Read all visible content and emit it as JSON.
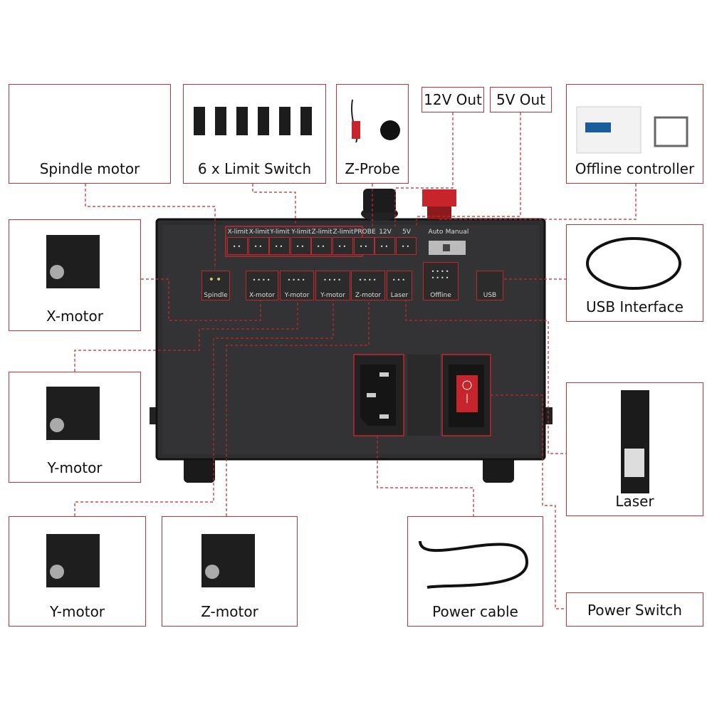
{
  "components": {
    "spindle_motor": "Spindle motor",
    "limit_switch": "6 x Limit Switch",
    "z_probe": "Z-Probe",
    "out_12v": "12V Out",
    "out_5v": "5V Out",
    "offline_controller": "Offline controller",
    "x_motor": "X-motor",
    "usb_interface": "USB Interface",
    "y_motor_1": "Y-motor",
    "laser": "Laser",
    "y_motor_2": "Y-motor",
    "z_motor": "Z-motor",
    "power_cable": "Power cable",
    "power_switch": "Power Switch"
  },
  "panel": {
    "top_ports": [
      "X-limit",
      "X-limit",
      "Y-limit",
      "Y-limit",
      "Z-limit",
      "Z-limit",
      "PROBE",
      "12V",
      "5V"
    ],
    "switch_labels": {
      "auto": "Auto",
      "manual": "Manual"
    },
    "bottom_ports": [
      "Spindle",
      "X-motor",
      "Y-motor",
      "Y-motor",
      "Z-motor",
      "Laser",
      "Offline",
      "USB"
    ]
  },
  "colors": {
    "accent": "#b5373a",
    "box": "#2e2e30",
    "button": "#c8242b"
  }
}
